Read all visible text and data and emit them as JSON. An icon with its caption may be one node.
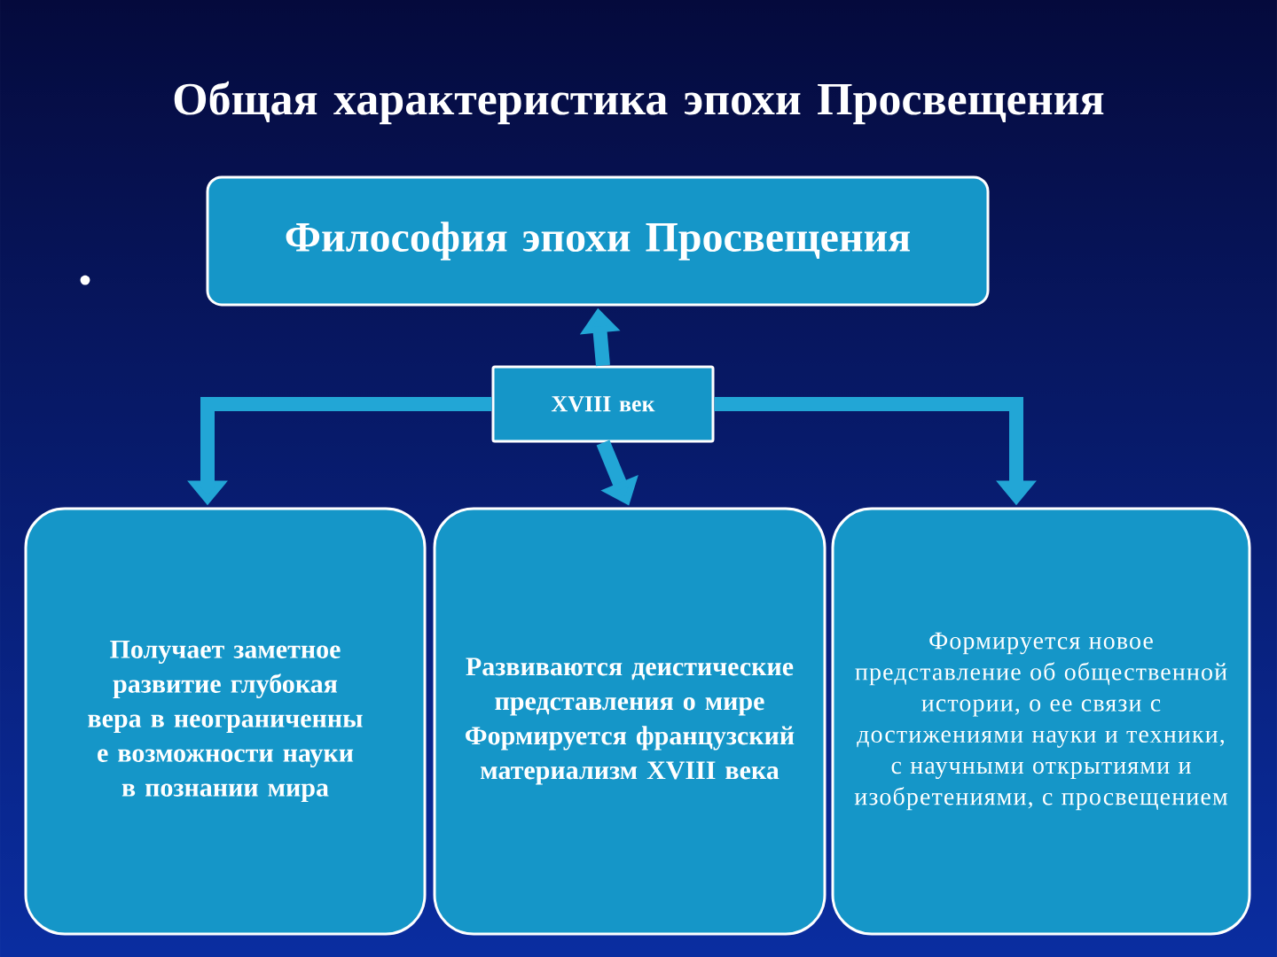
{
  "diagram": {
    "title": "Общая характеристика эпохи Просвещения",
    "nodes": [
      {
        "text": [
          "Философия эпохи Просвещения"
        ]
      },
      {
        "text": [
          "XVIII век"
        ]
      },
      {
        "text": [
          "Получает заметное развитие глубокая вера в неограниченны е возможности науки в познании мира"
        ]
      },
      {
        "text": [
          "Развиваются деистические представления о мире Формируется французский материализм XVIII века"
        ]
      },
      {
        "text": [
          "Формируется новое представление об общественной истории, о ее связи с достижениями науки и техники, с научными открытиями и изобретениями, с просвещением"
        ]
      }
    ],
    "edges": [
      {
        "from": 1,
        "to": 0,
        "arrow": "to"
      },
      {
        "from": 1,
        "to": 2,
        "arrow": "to"
      },
      {
        "from": 1,
        "to": 3,
        "arrow": "to"
      },
      {
        "from": 1,
        "to": 4,
        "arrow": "to"
      }
    ],
    "labels": [
      "•"
    ]
  }
}
